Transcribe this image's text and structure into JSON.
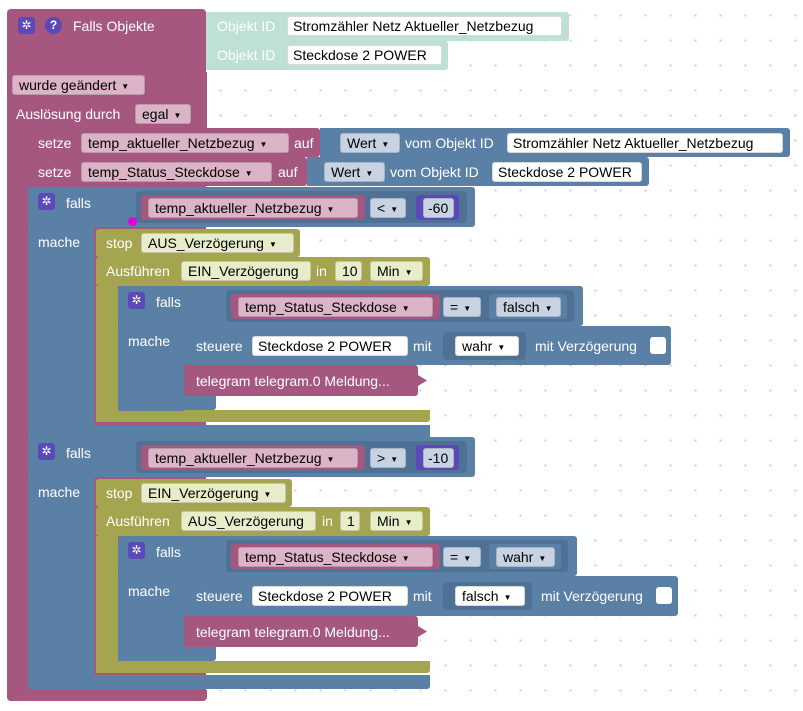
{
  "trigger": {
    "title": "Falls Objekte",
    "object_label": "Objekt ID",
    "objects": [
      "Stromzähler Netz  Aktueller_Netzbezug",
      "Steckdose 2 POWER"
    ],
    "condition": "wurde geändert",
    "trigger_label": "Auslösung durch",
    "trigger_value": "egal"
  },
  "sets": [
    {
      "kw_set": "setze",
      "var": "temp_aktueller_Netzbezug",
      "kw_to": "auf",
      "value": "Wert",
      "kw_from": "vom Objekt ID",
      "object": "Stromzähler Netz  Aktueller_Netzbezug"
    },
    {
      "kw_set": "setze",
      "var": "temp_Status_Steckdose",
      "kw_to": "auf",
      "value": "Wert",
      "kw_from": "vom Objekt ID",
      "object": "Steckdose 2 POWER"
    }
  ],
  "kw": {
    "if": "falls",
    "do": "mache",
    "stop": "stop",
    "exec": "Ausführen",
    "in": "in",
    "control": "steuere",
    "with": "mit",
    "with_delay": "mit Verzögerung"
  },
  "blocks": [
    {
      "var": "temp_aktueller_Netzbezug",
      "op": "<",
      "num": "-60",
      "stop_timer": "AUS_Verzögerung",
      "exec_timer": "EIN_Verzögerung",
      "delay": "10",
      "unit": "Min",
      "inner_var": "temp_Status_Steckdose",
      "inner_op": "=",
      "inner_val": "falsch",
      "device": "Steckdose 2 POWER",
      "set_val": "wahr",
      "telegram": "telegram telegram.0 Meldung..."
    },
    {
      "var": "temp_aktueller_Netzbezug",
      "op": ">",
      "num": "-10",
      "stop_timer": "EIN_Verzögerung",
      "exec_timer": "AUS_Verzögerung",
      "delay": "1",
      "unit": "Min",
      "inner_var": "temp_Status_Steckdose",
      "inner_op": "=",
      "inner_val": "wahr",
      "device": "Steckdose 2 POWER",
      "set_val": "falsch",
      "telegram": "telegram telegram.0 Meldung..."
    }
  ]
}
